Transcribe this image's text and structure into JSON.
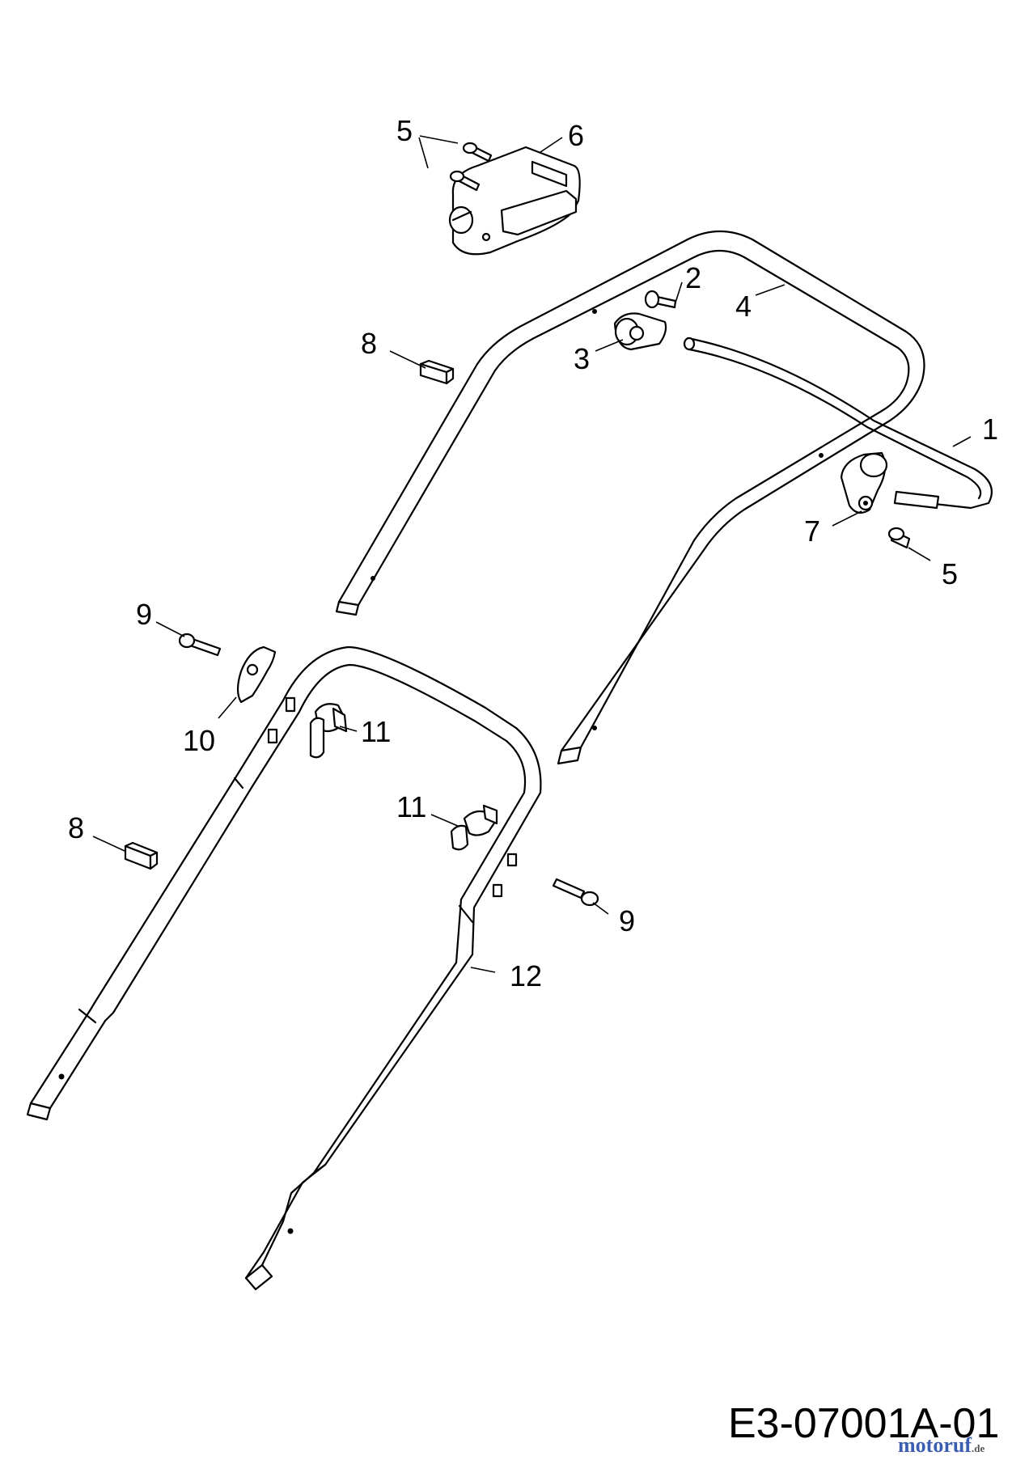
{
  "callouts": [
    {
      "id": "c5a",
      "text": "5"
    },
    {
      "id": "c6",
      "text": "6"
    },
    {
      "id": "c2",
      "text": "2"
    },
    {
      "id": "c4",
      "text": "4"
    },
    {
      "id": "c8a",
      "text": "8"
    },
    {
      "id": "c3",
      "text": "3"
    },
    {
      "id": "c1",
      "text": "1"
    },
    {
      "id": "c7",
      "text": "7"
    },
    {
      "id": "c5b",
      "text": "5"
    },
    {
      "id": "c9a",
      "text": "9"
    },
    {
      "id": "c10",
      "text": "10"
    },
    {
      "id": "c11a",
      "text": "11"
    },
    {
      "id": "c8b",
      "text": "8"
    },
    {
      "id": "c11b",
      "text": "11"
    },
    {
      "id": "c9b",
      "text": "9"
    },
    {
      "id": "c12",
      "text": "12"
    }
  ],
  "drawing_code": "E3-07001A-01",
  "watermark": {
    "brand": "motoruf",
    "tld": ".de"
  }
}
